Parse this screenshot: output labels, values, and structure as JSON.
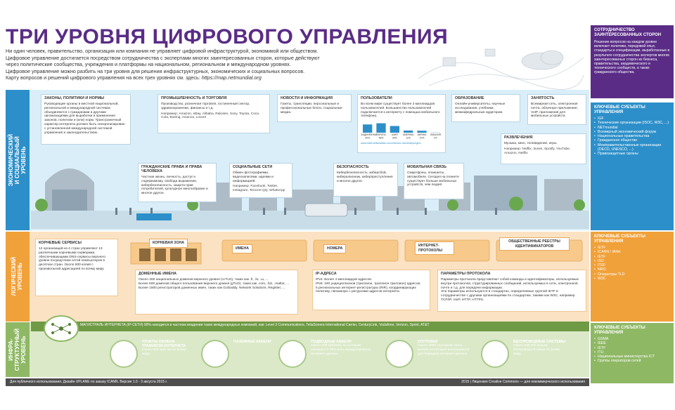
{
  "title": "ТРИ УРОВНЯ ЦИФРОВОГО УПРАВЛЕНИЯ",
  "intro": {
    "p1": "Ни один человек, правительство, организация или компания не управляет цифровой инфраструктурой, экономикой или обществом.",
    "p2": "Цифровое управление достигается посредством сотрудничества с экспертами многих заинтересованных сторон, которые действуют",
    "p3": "через политические сообщества, учреждения и платформы на национальном, региональном и международном уровнях.",
    "p4": "Цифровое управление можно разбить на три уровня для решения инфраструктурных, экономических и социальных вопросов.",
    "p5": "Карту вопросов и решений цифрового управления на всех трех уровнях см. здесь:",
    "link": "https://map.netmundial.org"
  },
  "right": {
    "coop": {
      "title": "СОТРУДНИЧЕСТВО ЗАИНТЕРЕСОВАННЫХ СТОРОН",
      "text": "Решение вопросов на каждом уровне включает политики, передовой опыт, стандарты и спецификации, выработанные в результате сотрудничества экспертов многих заинтересованных сторон из бизнеса, правительства, академического и технического сообществ, а также гражданского общества."
    },
    "eco": {
      "title": "КЛЮЧЕВЫЕ СУБЪЕКТЫ УПРАВЛЕНИЯ",
      "items": [
        "IGF",
        "Технические организации (ISOC, W3C, ...)",
        "NETmundial",
        "Всемирный экономический форум",
        "Национальные правительства",
        "Гражданское общество",
        "Межправительственные организации (OECD, UNESCO, ...)",
        "Правозащитные органы"
      ]
    },
    "log": {
      "title": "КЛЮЧЕВЫЕ СУБЪЕКТЫ УПРАВЛЕНИЯ",
      "items": [
        "IETF",
        "ICANN / IANA",
        "IETF",
        "ISO",
        "ITEF",
        "NRO",
        "Операторы TLD",
        "W3C"
      ]
    },
    "inf": {
      "title": "КЛЮЧЕВЫЕ СУБЪЕКТЫ УПРАВЛЕНИЯ",
      "items": [
        "GSMA",
        "IEEE",
        "IETF",
        "ITU",
        "Национальные министерства ICT",
        "Группы операторов сетей"
      ]
    }
  },
  "levels": {
    "eco": "ЭКОНОМИЧЕСКИЙ И СОЦИАЛЬНЫЙ УРОВЕНЬ",
    "log": "ЛОГИЧЕСКИЙ УРОВЕНЬ",
    "inf": "ИНФРА-СТРУКТУРНЫЙ УРОВЕНЬ"
  },
  "eco_cards": {
    "laws": {
      "title": "ЗАКОНЫ, ПОЛИТИКИ И НОРМЫ",
      "text": "Руководящие органы в местной национальной, региональной и международной системах объединяются с гражданами и другими организациями для выработки и применения законов, политики и (или) норм. Трансграничный характер интернета должен быть синхронизирован с установленной международной системой управления и законодательством."
    },
    "trade": {
      "title": "ПРОМЫШЛЕННОСТЬ И ТОРГОВЛЯ",
      "text": "Производство, розничная торговля, гостиничный сектор, здравоохранение, финансы и т.д.",
      "example": "Например: Amazon, eBay, Alibaba, Rakuten, Sony, Toyota, Coca Cola, Boeing, Avianca, Louvet"
    },
    "news": {
      "title": "НОВОСТИ И ИНФОРМАЦИЯ",
      "text": "Газеты, трансляции, персональные и профессиональные блоги, социальные медиа."
    },
    "users": {
      "title": "ПОЛЬЗОВАТЕЛИ",
      "text": "Во всем мире существует более 3 миллиардов пользователей. Большинство пользователей подключается к интернету с помощью мобильного телефона.",
      "source": "www.internetlivestats.com/internet-users/#byregion"
    },
    "edu": {
      "title": "ОБРАЗОВАНИЕ",
      "text": "Онлайн-университеты, научные исследования, учебники, межкафедральные аудитории."
    },
    "jobs": {
      "title": "ЗАНЯТОСТЬ",
      "text": "Всемирная сеть, электронная почта, облачные приложения, VoIP, приложения для мобильных устройств"
    },
    "fun": {
      "title": "РАЗВЛЕЧЕНИЯ",
      "text": "Музыка, кино, телевидение, игры.",
      "example": "Например: Netflix, Itunes, Spotify, YouTube, Amazon, Netflix"
    },
    "rights": {
      "title": "ГРАЖДАНСКИЕ ПРАВА И ПРАВА ЧЕЛОВЕКА",
      "text": "Частная жизнь, личность, доступ к содержимому, свобода выражения, кибербезопасность, защита прав потребителей, культурное многообразие и многое другое."
    },
    "social": {
      "title": "СОЦИАЛЬНЫЕ СЕТИ",
      "text": "Обмен фотографиями, видеозаписями, идеями и информацией.",
      "example": "Например: Facebook, Twitter, Instagram, Tencent QQ, WhatsApp"
    },
    "security": {
      "title": "БЕЗОПАСНОСТЬ",
      "text": "Кибербезопасность, киберсбой, кибершпионаж, киберпреступления и многое другое."
    },
    "mobile": {
      "title": "МОБИЛЬНАЯ СВЯЗЬ",
      "text": "Смартфоны, планшеты, автомобили. Сегодня на планете существует больше мобильных устройств, чем людей."
    }
  },
  "users_chart": {
    "title": "",
    "categories": [
      "ОБЪЕДИНЁННЫЕ",
      "ЕВРОПА",
      "АЗИЯ",
      "АМЕРИКА",
      "АФРИКА",
      "ОКЕАНИЯ"
    ],
    "values": [
      42,
      48,
      34,
      11,
      10,
      1
    ],
    "labels": [
      "42%",
      "48%",
      "34%",
      "11%",
      "10%",
      "1%"
    ]
  },
  "log_cards": {
    "root": {
      "title": "КОРНЕВЫЕ СЕРВИСЫ",
      "text": "12 организаций из 4 стран управляют 13 различными корневыми серверами, обеспечивающими DNS-сервисы верхнего уровня посредством сетей компьютеров в десятках стран. Около 500 копий с произвольной адресацией по всему миру"
    },
    "rootzone": "КОРНЕВАЯ ЗОНА",
    "names": "ИМЕНА",
    "numbers": "НОМЕРА",
    "protocols": "ИНТЕРНЕТ-ПРОТОКОЛЫ",
    "registries": "ОБЩЕСТВЕННЫЕ РЕЕСТРЫ ИДЕНТИФИКАТОРОВ",
    "domains": {
      "title": "ДОМЕННЫЕ ИМЕНА",
      "text": "Около 300 национальных доменов верхнего уровня (ccTLD), таких как .fr, .br, .ы, ...",
      "text2": "Более 500 доменов общего пользования верхнего уровня (gTLD), таких как .com, .biz, .realtor, ...",
      "text3": "Более 1500 регистраторов доменных имен, таких как GoDaddy, Network Solutions, Register, ..."
    },
    "ip": {
      "title": "IP-АДРЕСА",
      "text": "IPv4: Более 4 миллиардов адресов.",
      "text2": "IPv6: 340 ундециллионов (триллион, триллион триллион) адресов.",
      "text3": "5 региональных интернет-регистратуры (RIR), координирующих политику, связанную с ресурсами адресов интернета."
    },
    "params": {
      "title": "ПАРАМЕТРЫ ПРОТОКОЛА",
      "text": "Параметры протокола представляют собой команды и идентификаторы, используемые внутри протоколов, структурированных сообщений, используемых в сети, электронной почте и т.д. для передачи информации.",
      "text2": "Эти параметры используются в стандартах, определяемых группой IETF в сотрудничестве с другими организациями по стандартам, такими как W3C, например TCP/IP, VoIP, HTTP, HTTPS."
    }
  },
  "inf": {
    "backbone": "МАГИСТРАЛЬ ИНТЕРНЕТА (IP-СЕТИ) 90% находится в частном владении таких международных компаний, как: Level 3 Communications, TeliaSonera International Carrier, CenturyLink, Vodafone, Verizon, Sprint, AT&T",
    "ixp": {
      "title": "ПУНКТЫ ОБМЕНА ТРАФИКОМ ИНТЕРНЕТА",
      "text": "Около 300 пунктов по всему миру"
    },
    "ground": {
      "title": "НАЗЕМНЫЕ КАБЕЛИ",
      "text": ""
    },
    "sub": {
      "title": "ПОДВОДНЫЕ КАБЕЛИ",
      "text": "Около 200 кабелей, по которым передается 99% всех международных интернет-данных."
    },
    "sat": {
      "title": "СПУТНИКИ",
      "text": "Около 2000 спутников связи, многие из которых используются для передачи интернет-данных."
    },
    "wireless": {
      "title": "БЕСПРОВОДНЫЕ СИСТЕМЫ",
      "text": "Около 830 000 вышек беспроводной связи по всему миру"
    }
  },
  "footer": {
    "left": "Для публичного использования. Дизайн XPLANE по заказу ICANN. Версия 1.0 - 3 августа 2015 г.",
    "right": "2015 | Лицензия Creative Commons — для некоммерческого использования"
  },
  "colors": {
    "purple": "#5a2c86",
    "blue": "#2c8fc9",
    "orange": "#f0a13a",
    "green": "#8fb865"
  }
}
